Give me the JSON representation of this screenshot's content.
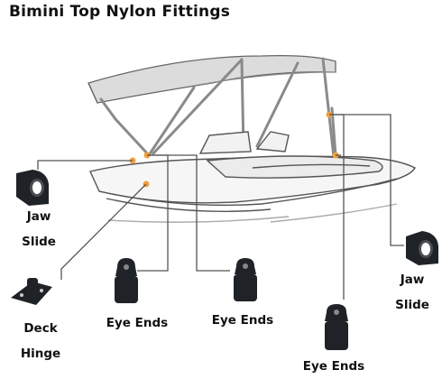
{
  "title": "Bimini Top Nylon Fittings",
  "labels": {
    "jaw_slide_left": [
      "Jaw",
      "Slide"
    ],
    "deck_hinge": "Deck Hinge",
    "eye_ends_1": "Eye Ends",
    "eye_ends_2": "Eye Ends",
    "eye_ends_3": "Eye Ends",
    "jaw_slide_right": [
      "Jaw",
      "Slide"
    ]
  },
  "colors": {
    "marker": "#f0a040",
    "fitting": "#1f2328",
    "lines": "#555555",
    "canopy": "#d9d9d9"
  }
}
